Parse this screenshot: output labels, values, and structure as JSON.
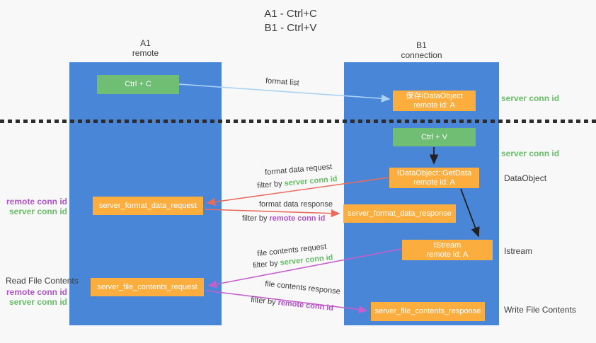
{
  "title": {
    "line1": "A1 - Ctrl+C",
    "line2": "B1 - Ctrl+V"
  },
  "columns": {
    "left": {
      "id": "A1",
      "subtitle": "remote"
    },
    "right": {
      "id": "B1",
      "subtitle": "connection"
    }
  },
  "nodes": {
    "ctrl_c": "Ctrl + C",
    "save_dataobject": {
      "line1": "保存IDataObject",
      "line2": "remote id: A"
    },
    "ctrl_v": "Ctrl + V",
    "getdata": {
      "line1": "IDataObject::GetData",
      "line2": "remote id: A"
    },
    "format_request": "server_format_data_request",
    "format_response": "server_format_data_response",
    "istream": {
      "line1": "IStream",
      "line2": "remote id: A"
    },
    "file_request": "server_file_contents_request",
    "file_response": "server_file_contents_response"
  },
  "side_labels": {
    "server_conn_id_top": "server conn id",
    "server_conn_id_mid": "server conn id",
    "dataobject": "DataObject",
    "istream": "Istream",
    "write_file_contents": "Write File Contents",
    "read_file_contents": "Read File Contents",
    "left1_remote_conn_id": "remote conn id",
    "left1_server_conn_id": "server conn id",
    "left2_remote_conn_id": "remote conn id",
    "left2_server_conn_id": "server conn id"
  },
  "flow_labels": {
    "format_list": "format list",
    "format_data_request": "format data request",
    "filter_by_prefix_1": "filter by ",
    "filter_by_value_1": "server conn id",
    "format_data_response": "format data response",
    "filter_by_prefix_2": "filter by ",
    "filter_by_value_2": "remote conn id",
    "file_contents_request": "file contents request",
    "filter_by_prefix_3": "filter by ",
    "filter_by_value_3": "server conn id",
    "file_contents_response": "file contents response",
    "filter_by_prefix_4": "filter by ",
    "filter_by_value_4": "remote conn id"
  },
  "colors": {
    "background": "#f8f8f8",
    "column_blue": "#4a86d8",
    "box_green": "#6fbe73",
    "box_orange": "#fbad3d",
    "label_green": "#67bd67",
    "label_purple": "#b152cc",
    "arrow_light_blue": "#aad2f2",
    "arrow_black": "#222222",
    "arrow_red": "#e96b5e",
    "arrow_magenta": "#c55fcb",
    "divider_black": "#2d2d2d",
    "text_dark": "#3c3c3c"
  }
}
